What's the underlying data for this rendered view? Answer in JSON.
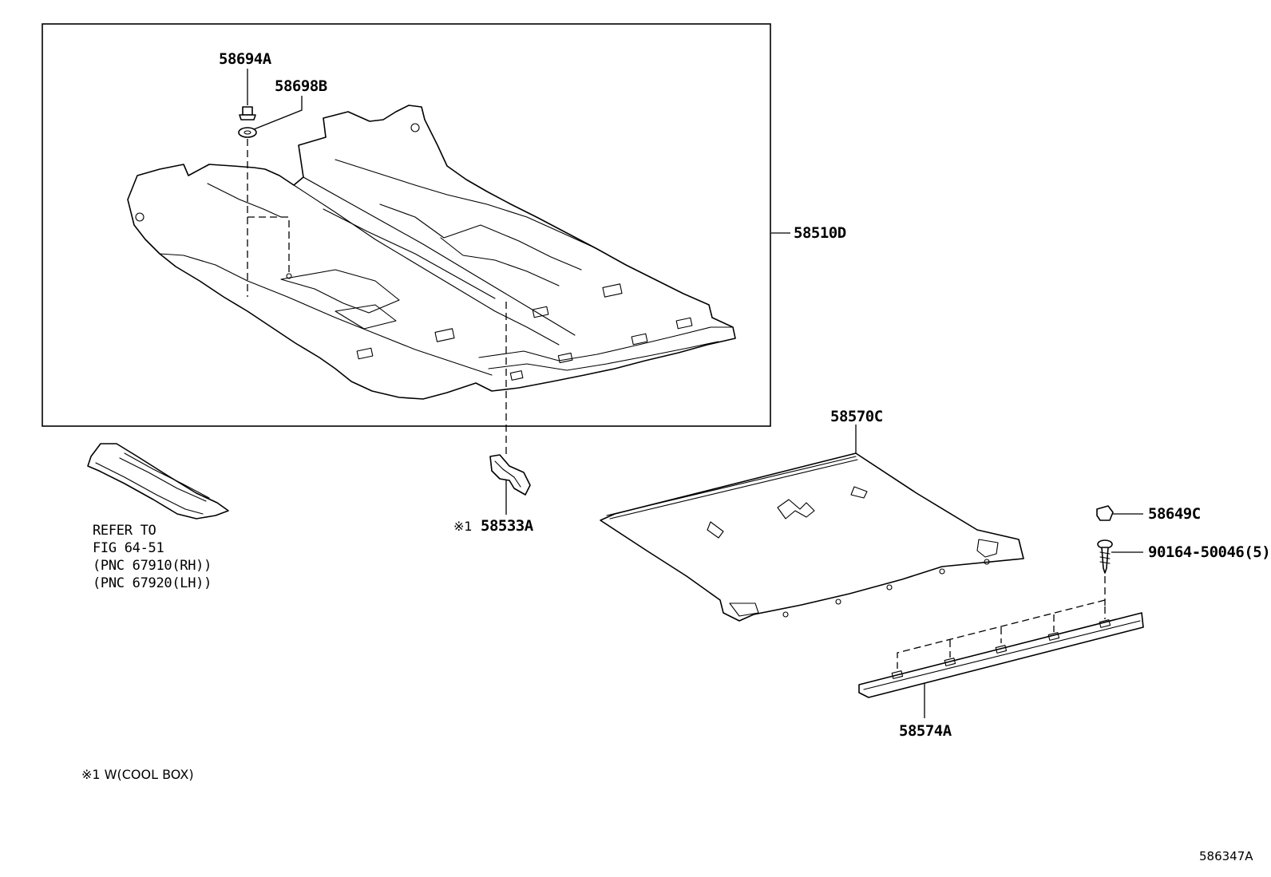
{
  "callouts": {
    "p58694a": "58694A",
    "p58698b": "58698B",
    "p58510d": "58510D",
    "p58570c": "58570C",
    "p58533a": "58533A",
    "p58533a_mark": "※1",
    "p58649c": "58649C",
    "p90164": "90164-50046(5)",
    "p58574a": "58574A"
  },
  "reference": {
    "line1": "REFER TO",
    "line2": "FIG 64-51",
    "line3": "(PNC 67910(RH))",
    "line4": "(PNC 67920(LH))"
  },
  "footnote": "※1 W(COOL BOX)",
  "illustration_code": "586347A"
}
